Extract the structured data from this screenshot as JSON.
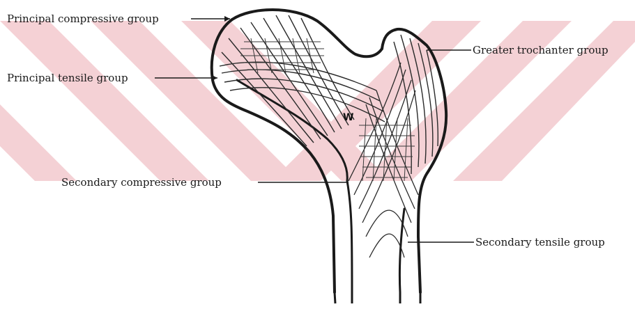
{
  "labels": {
    "principal_compressive": "Principal compressive group",
    "principal_tensile": "Principal tensile group",
    "greater_trochanter": "Greater trochanter group",
    "secondary_compressive": "Secondary compressive group",
    "secondary_tensile": "Secondary tensile group",
    "wards_triangle": "W"
  },
  "colors": {
    "watermark": "#f3c9ce",
    "ink": "#1a1a1a",
    "background": "#ffffff"
  }
}
